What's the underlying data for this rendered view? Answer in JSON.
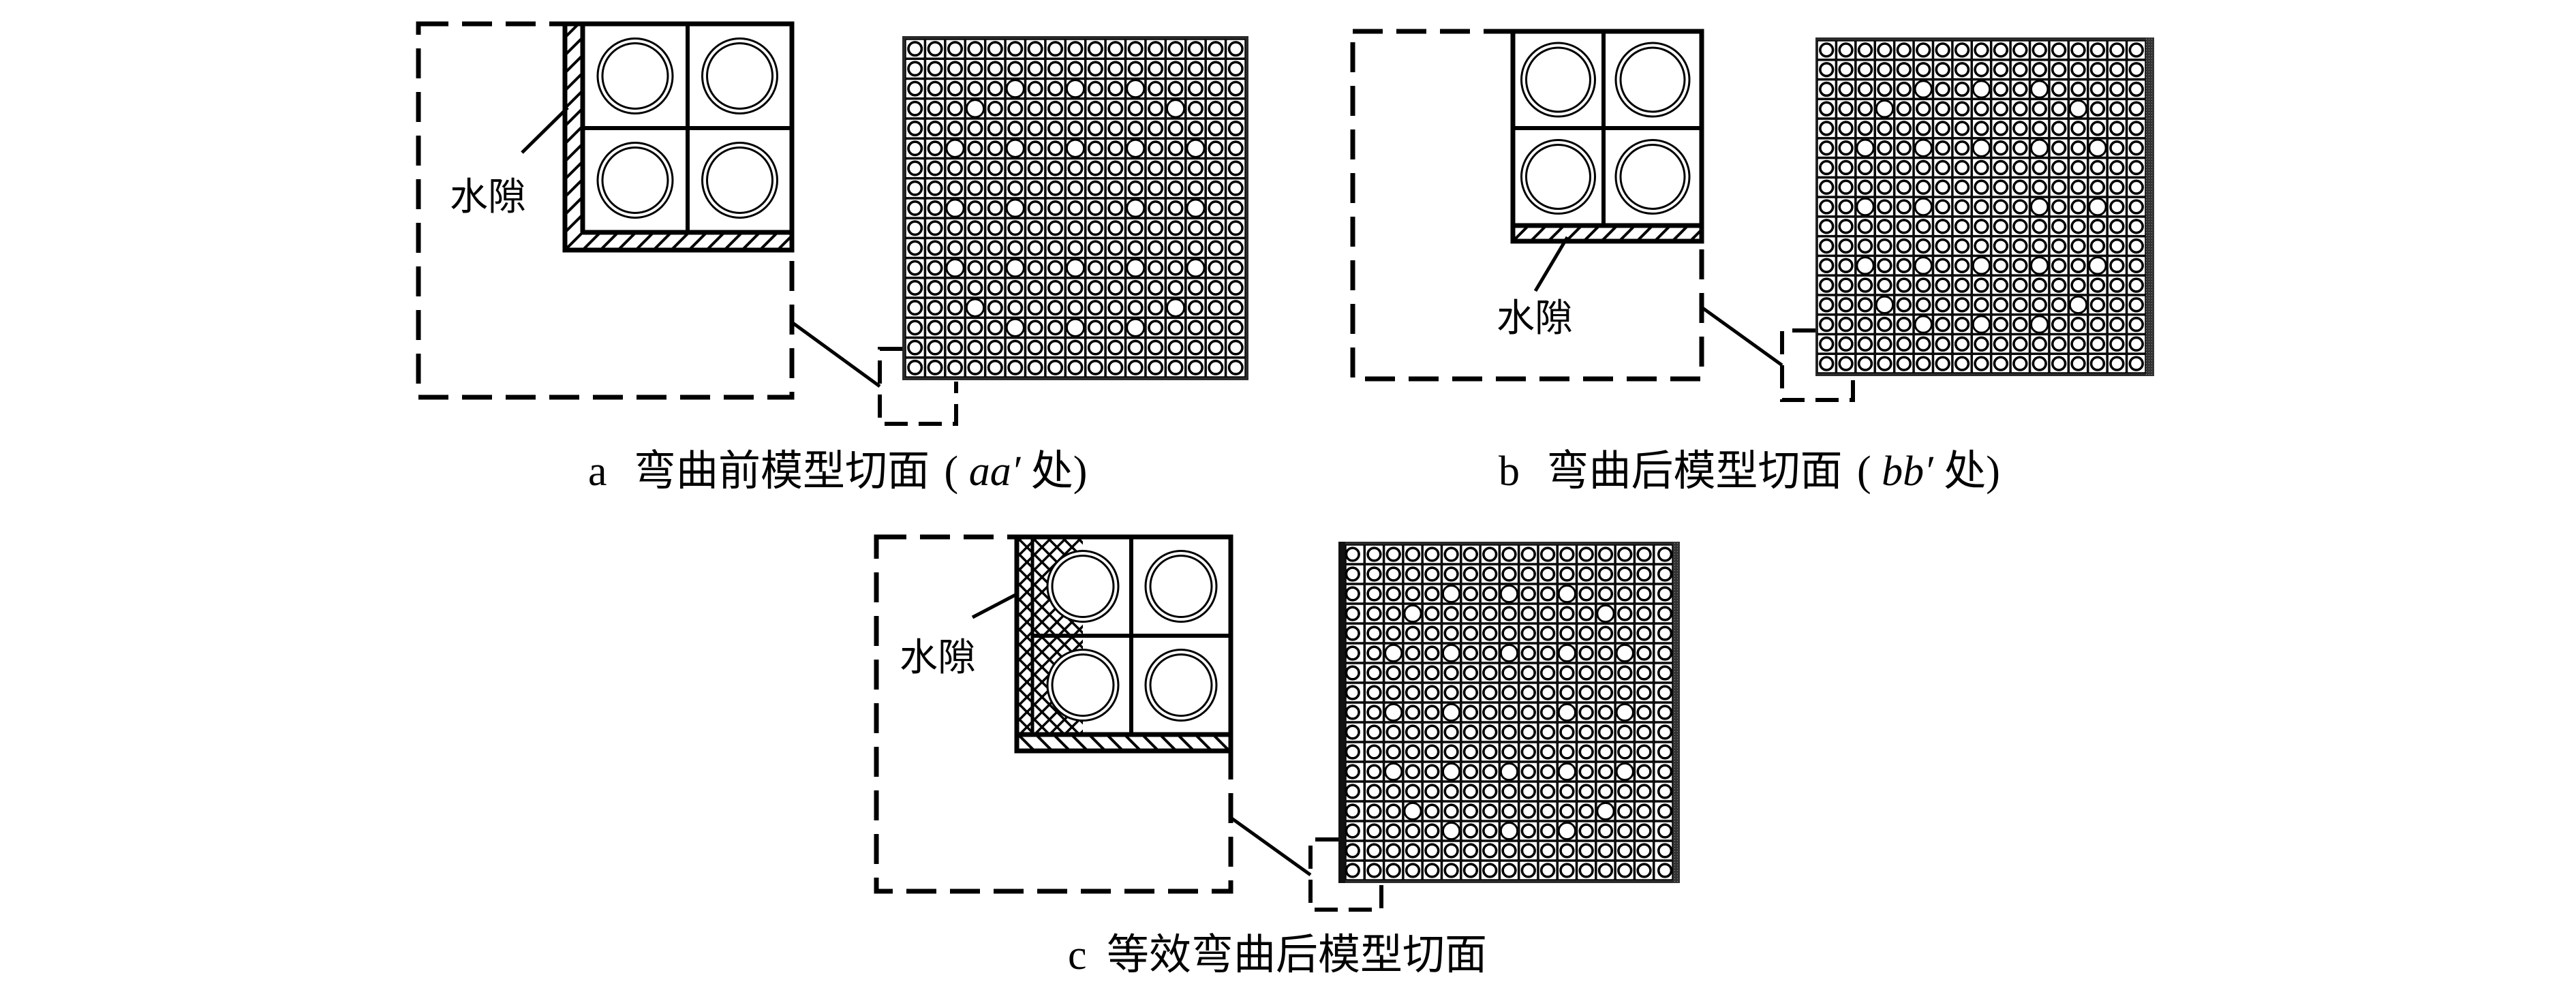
{
  "figure": {
    "panels": [
      {
        "id": "a",
        "caption_prefix": "a",
        "caption_text": "弯曲前模型切面",
        "caption_paren_open": "(",
        "caption_italic": "aa′",
        "caption_tail": " 处)",
        "water_gap_label": "水隙",
        "water_gap_sides": [
          "left",
          "bottom"
        ],
        "water_gap_pattern": "single-hatch"
      },
      {
        "id": "b",
        "caption_prefix": "b",
        "caption_text": "弯曲后模型切面",
        "caption_paren_open": "(",
        "caption_italic": "bb′",
        "caption_tail": " 处)",
        "water_gap_label": "水隙",
        "water_gap_sides": [
          "bottom"
        ],
        "water_gap_pattern": "single-hatch"
      },
      {
        "id": "c",
        "caption_prefix": "c",
        "caption_text": "等效弯曲后模型切面",
        "water_gap_label": "水隙",
        "water_gap_sides": [
          "left",
          "bottom"
        ],
        "water_gap_pattern": "cross-hatch-left, single-hatch-bottom"
      }
    ],
    "assembly": {
      "lattice": "17x17",
      "rows": 17,
      "cols": 17,
      "guide_tube_positions": [
        [
          2,
          5
        ],
        [
          2,
          8
        ],
        [
          2,
          11
        ],
        [
          3,
          3
        ],
        [
          3,
          13
        ],
        [
          5,
          2
        ],
        [
          5,
          5
        ],
        [
          5,
          8
        ],
        [
          5,
          11
        ],
        [
          5,
          14
        ],
        [
          8,
          2
        ],
        [
          8,
          5
        ],
        [
          8,
          11
        ],
        [
          8,
          14
        ],
        [
          11,
          2
        ],
        [
          11,
          5
        ],
        [
          11,
          8
        ],
        [
          11,
          11
        ],
        [
          11,
          14
        ],
        [
          13,
          3
        ],
        [
          13,
          13
        ],
        [
          14,
          5
        ],
        [
          14,
          8
        ],
        [
          14,
          11
        ]
      ]
    },
    "colors": {
      "ink": "#000000",
      "paper": "#ffffff"
    }
  }
}
